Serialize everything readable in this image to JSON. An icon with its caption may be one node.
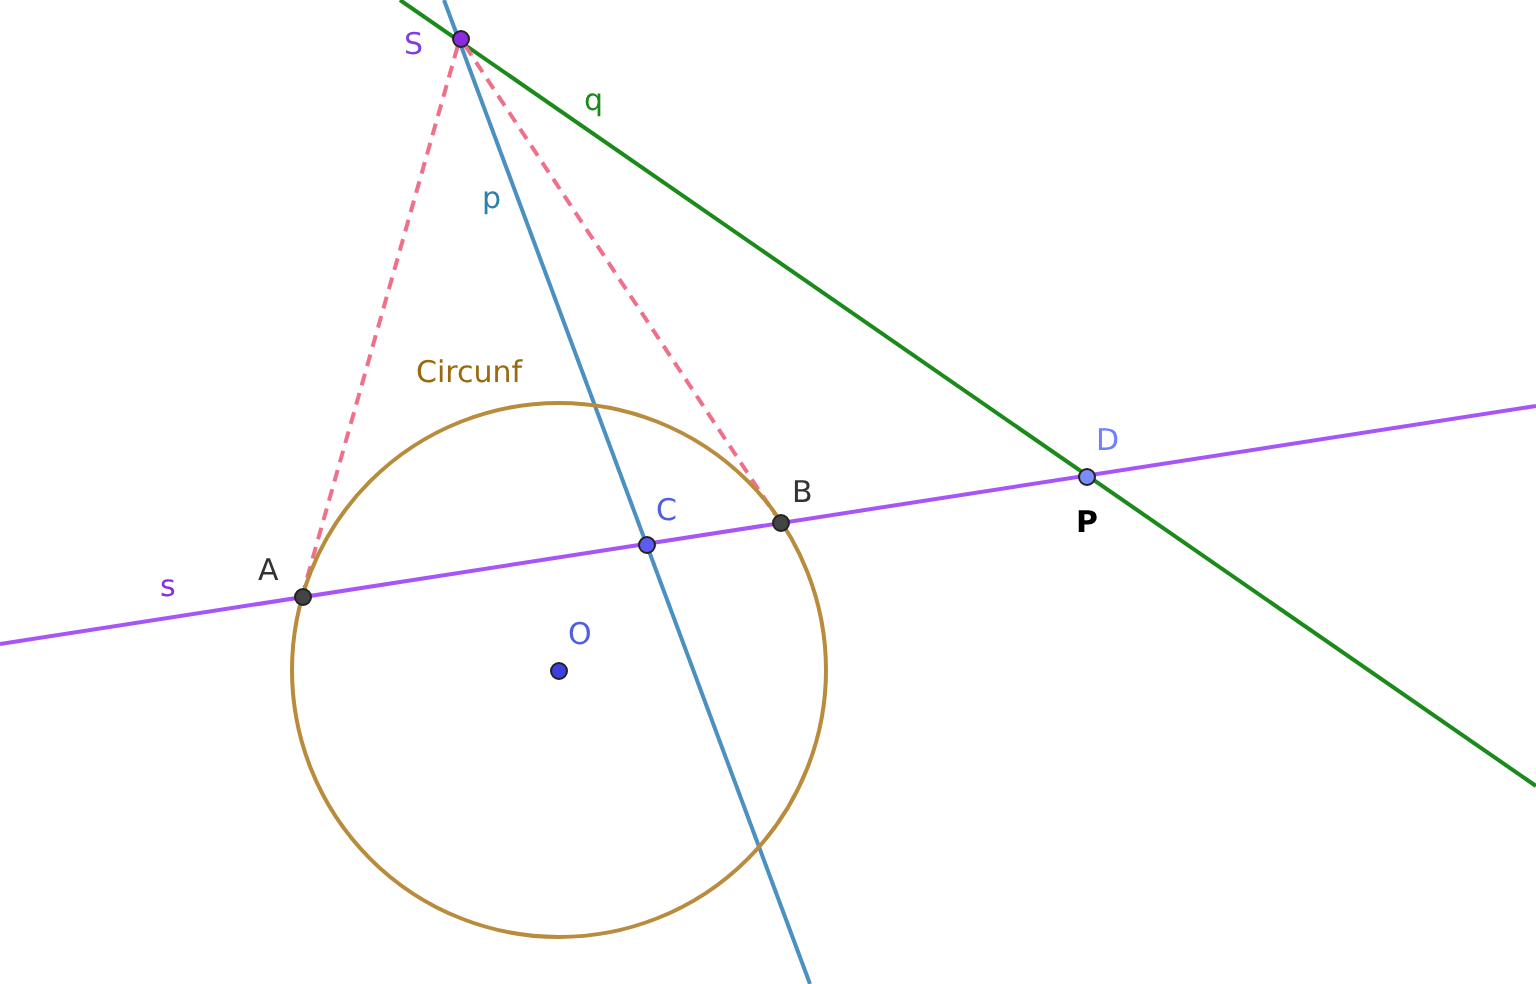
{
  "diagram": {
    "nodes": [
      {
        "text": [
          "Circunf"
        ]
      },
      {
        "text": [
          "S"
        ]
      },
      {
        "text": [
          "A"
        ]
      },
      {
        "text": [
          "B"
        ]
      },
      {
        "text": [
          "C"
        ],
        "in": 0
      },
      {
        "text": [
          "D"
        ],
        "beside": [
          "P"
        ]
      },
      {
        "text": [
          "O"
        ],
        "in": 0
      }
    ],
    "edges": [
      {
        "from": 1,
        "to": 2,
        "arrow": "none",
        "style": "dashed"
      },
      {
        "from": 1,
        "to": 3,
        "arrow": "none",
        "style": "dashed"
      }
    ],
    "labels": [
      "q",
      "p",
      "s"
    ]
  }
}
